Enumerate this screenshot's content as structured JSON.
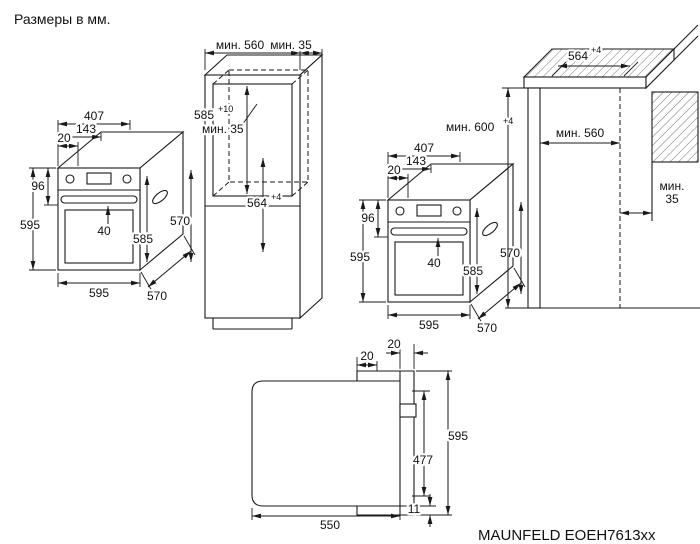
{
  "title": "Размеры в мм.",
  "model": "MAUNFELD EOEH7613xx",
  "oven": {
    "top_depth": "407",
    "top_inset": "143",
    "front_gap": "20",
    "panel_height": "96",
    "height": "595",
    "handle": "40",
    "body_depth": "585",
    "width": "595",
    "depth_bottom": "570",
    "depth_side": "570"
  },
  "tall_cabinet": {
    "min_width": "мин. 560",
    "min_gap_top": "мин. 35",
    "niche_height": "585",
    "niche_height_tol": "+10",
    "min_gap_back": "мин. 35",
    "niche_depth": "564",
    "niche_depth_tol": "+4"
  },
  "base_cabinet": {
    "top_depth": "564",
    "top_depth_tol": "+4",
    "min_height": "мин. 600",
    "min_height_tol": "+4",
    "min_depth": "мин. 560",
    "min_gap_line1": "мин.",
    "min_gap_line2": "35"
  },
  "plan": {
    "gap_top": "20",
    "door_overlap": "20",
    "width": "595",
    "inner_width": "477",
    "depth": "550",
    "door_offset": "11"
  }
}
